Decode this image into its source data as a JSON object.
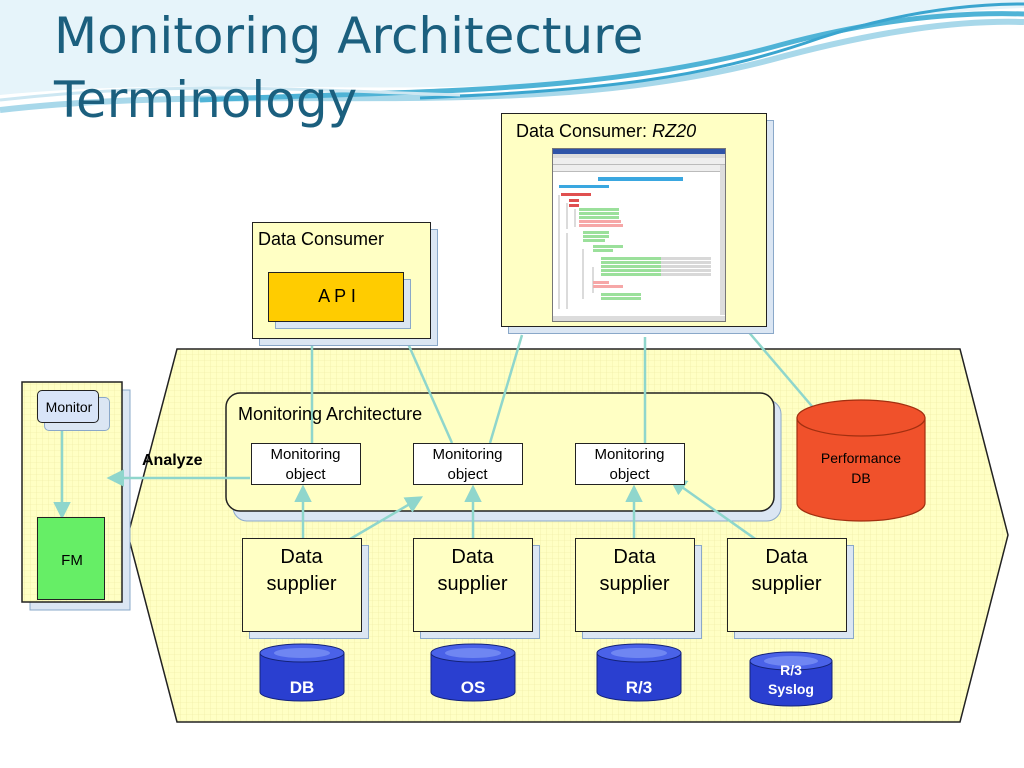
{
  "slide": {
    "title_line1": "Monitoring Architecture",
    "title_line2": "Terminology"
  },
  "data_consumer_rz20": {
    "label": "Data Consumer:",
    "label_italic": "RZ20"
  },
  "data_consumer_api": {
    "label": "Data Consumer",
    "api_label": "A P I"
  },
  "fm_panel": {
    "monitor_label": "Monitor",
    "fm_label": "FM"
  },
  "analyze_label": "Analyze",
  "monitoring_architecture": {
    "label": "Monitoring Architecture",
    "objects": [
      {
        "line1": "Monitoring",
        "line2": "object"
      },
      {
        "line1": "Monitoring",
        "line2": "object"
      },
      {
        "line1": "Monitoring",
        "line2": "object"
      }
    ]
  },
  "performance_db": {
    "line1": "Performance",
    "line2": "DB",
    "color": "#f0512b"
  },
  "data_suppliers": [
    {
      "line1": "Data",
      "line2": "supplier"
    },
    {
      "line1": "Data",
      "line2": "supplier"
    },
    {
      "line1": "Data",
      "line2": "supplier"
    },
    {
      "line1": "Data",
      "line2": "supplier"
    }
  ],
  "sources": [
    {
      "label": "DB"
    },
    {
      "label": "OS"
    },
    {
      "label": "R/3"
    },
    {
      "line1": "R/3",
      "line2": "Syslog"
    }
  ],
  "colors": {
    "title": "#1b5f7e",
    "connector": "#8fd6cc",
    "panel_fill": "#ffffc4",
    "api_fill": "#ffcc00",
    "fm_fill": "#66ee66",
    "source_cylinder": "#2a3fd0"
  }
}
